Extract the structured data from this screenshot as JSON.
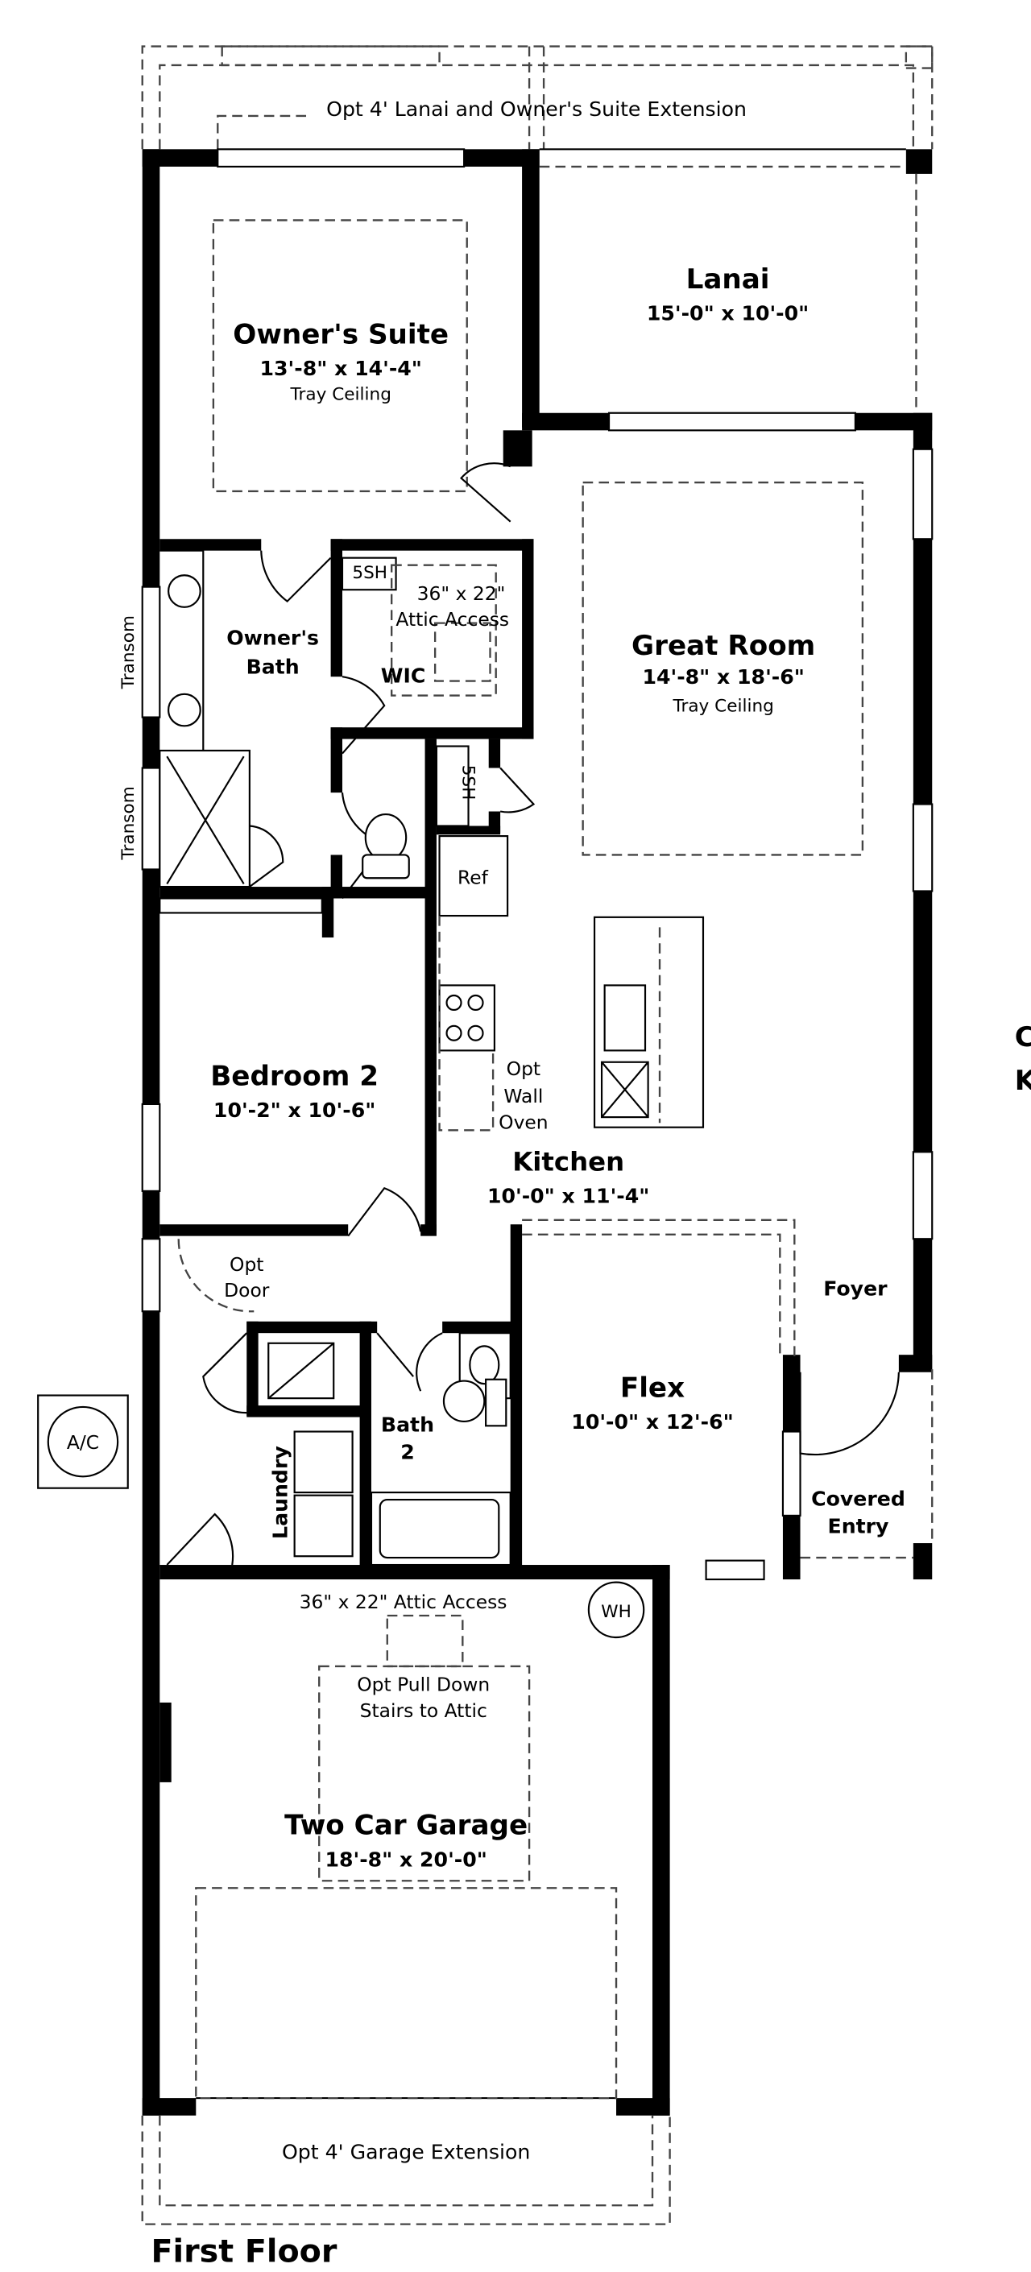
{
  "plan": {
    "floor_label": "First Floor",
    "lanai_extension": "Opt 4' Lanai and Owner's Suite Extension",
    "garage_extension": "Opt 4' Garage Extension",
    "cut_off_text": [
      "C",
      "K"
    ]
  },
  "rooms": {
    "owners_suite": {
      "name": "Owner's Suite",
      "dims": "13'-8\" x 14'-4\"",
      "note": "Tray Ceiling"
    },
    "lanai": {
      "name": "Lanai",
      "dims": "15'-0\" x 10'-0\""
    },
    "great_room": {
      "name": "Great Room",
      "dims": "14'-8\" x 18'-6\"",
      "note": "Tray Ceiling"
    },
    "owners_bath": {
      "line1": "Owner's",
      "line2": "Bath"
    },
    "wic": {
      "name": "WIC"
    },
    "bedroom2": {
      "name": "Bedroom 2",
      "dims": "10'-2\" x 10'-6\""
    },
    "kitchen": {
      "name": "Kitchen",
      "dims": "10'-0\" x 11'-4\""
    },
    "foyer": {
      "name": "Foyer"
    },
    "flex": {
      "name": "Flex",
      "dims": "10'-0\" x 12'-6\""
    },
    "bath2": {
      "line1": "Bath",
      "line2": "2"
    },
    "laundry": {
      "name": "Laundry"
    },
    "covered_entry": {
      "line1": "Covered",
      "line2": "Entry"
    },
    "garage": {
      "name": "Two Car Garage",
      "dims": "18'-8\" x 20'-0\""
    }
  },
  "fixtures": {
    "shelf_1": "5SH",
    "shelf_2": "5SH",
    "wic_attic": {
      "line1": "36\" x 22\"",
      "line2": "Attic Access"
    },
    "transom_1": "Transom",
    "transom_2": "Transom",
    "ref": "Ref",
    "wall_oven": {
      "line1": "Opt",
      "line2": "Wall",
      "line3": "Oven"
    },
    "opt_door": {
      "line1": "Opt",
      "line2": "Door"
    },
    "ac": "A/C",
    "garage_attic": "36\" x 22\" Attic Access",
    "wh": "WH",
    "pull_down": {
      "line1": "Opt Pull Down",
      "line2": "Stairs to Attic"
    }
  }
}
